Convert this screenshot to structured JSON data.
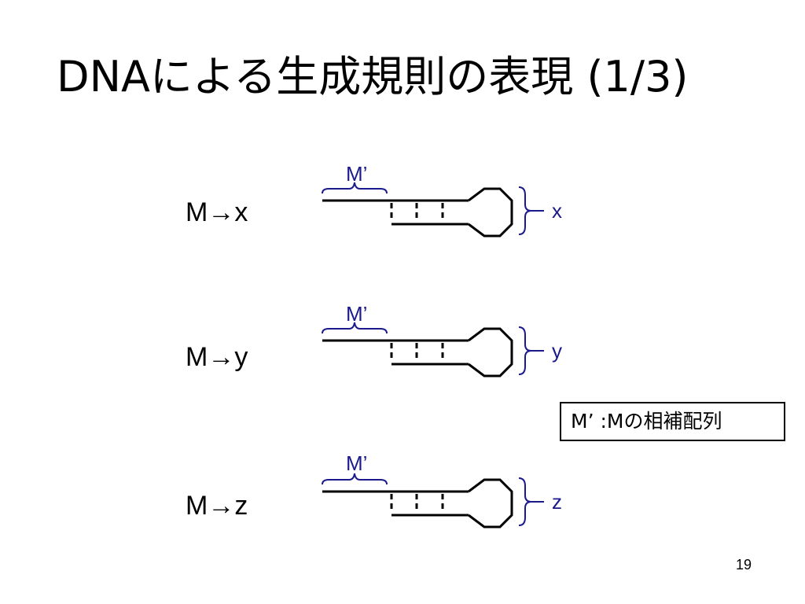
{
  "slide": {
    "title": "DNAによる生成規則の表現 (1/3)",
    "page_number": "19"
  },
  "rules": [
    {
      "label": "M→x",
      "complement_label": "M’",
      "output_label": "x"
    },
    {
      "label": "M→y",
      "complement_label": "M’",
      "output_label": "y"
    },
    {
      "label": "M→z",
      "complement_label": "M’",
      "output_label": "z"
    }
  ],
  "legend": {
    "text": "M’ :Mの相補配列"
  },
  "colors": {
    "annotation": "#1a1a8c",
    "strand": "#000000",
    "background": "#ffffff"
  }
}
